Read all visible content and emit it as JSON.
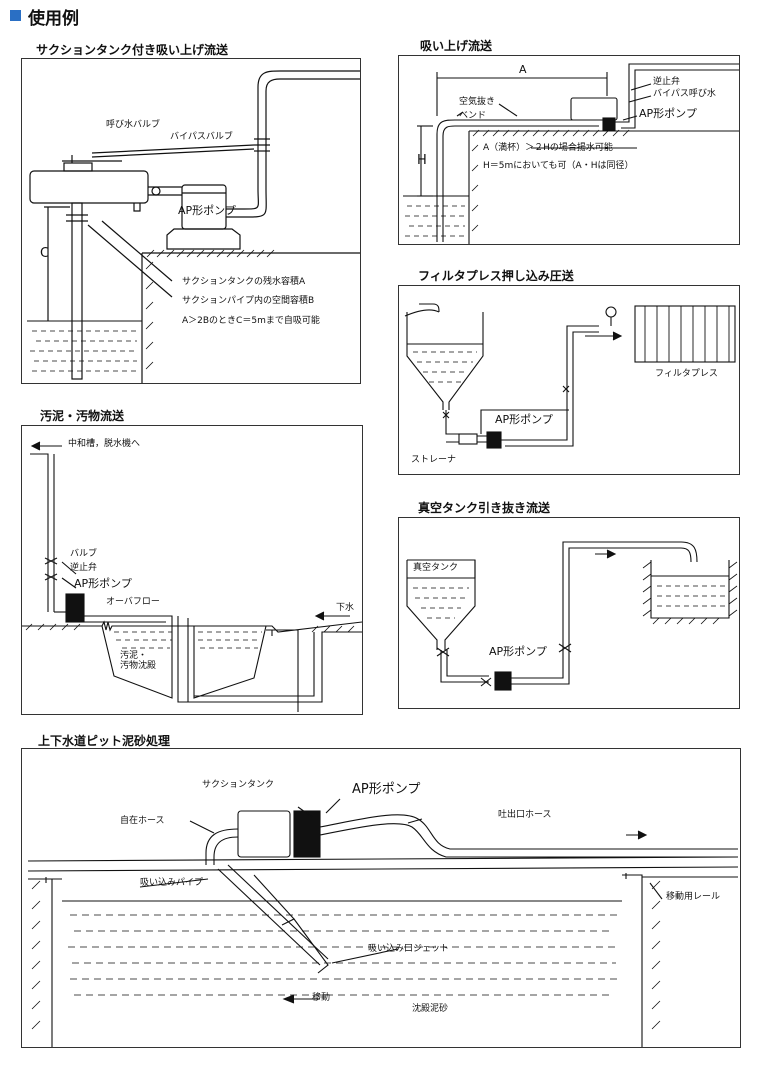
{
  "header": {
    "title": "使用例"
  },
  "sections": {
    "suction_tank": {
      "title": "サクションタンク付き吸い上げ流送",
      "labels": {
        "priming_valve": "呼び水バルブ",
        "bypass_valve": "バイパスバルブ",
        "pump": "AP形ポンプ",
        "c": "C",
        "note1": "サクションタンクの残水容積A",
        "note2": "サクションパイプ内の空間容積B",
        "note3": "A＞2BのときC＝5mまで自吸可能"
      }
    },
    "lift": {
      "title": "吸い上げ流送",
      "labels": {
        "a": "A",
        "check_valve": "逆止弁",
        "bypass_priming": "バイパス呼び水",
        "air_vent": "空気抜き",
        "bend": "ベンド",
        "pump": "AP形ポンプ",
        "h": "H",
        "note1": "A（満杯）＞２Hの場合揚水可能",
        "note2": "H＝5mにおいても可（A・Hは同径）"
      }
    },
    "sludge": {
      "title": "汚泥・汚物流送",
      "labels": {
        "to": "中和槽，脱水機へ",
        "valve": "バルブ",
        "check_valve": "逆止弁",
        "pump": "AP形ポンプ",
        "overflow": "オーバフロー",
        "sewage": "下水",
        "sediment": "汚泥・\n汚物沈殿"
      }
    },
    "filter": {
      "title": "フィルタプレス押し込み圧送",
      "labels": {
        "pump": "AP形ポンプ",
        "strainer": "ストレーナ",
        "filter_press": "フィルタプレス"
      }
    },
    "vacuum": {
      "title": "真空タンク引き抜き流送",
      "labels": {
        "tank": "真空タンク",
        "pump": "AP形ポンプ"
      }
    },
    "pit": {
      "title": "上下水道ピット泥砂処理",
      "labels": {
        "suction_tank": "サクションタンク",
        "pump": "AP形ポンプ",
        "hose": "自在ホース",
        "discharge_hose": "吐出口ホース",
        "suction_pipe": "吸い込みパイプ",
        "rail": "移動用レール",
        "jet": "吸い込み口ジェット",
        "move": "移動",
        "sediment": "沈殿泥砂"
      }
    }
  }
}
